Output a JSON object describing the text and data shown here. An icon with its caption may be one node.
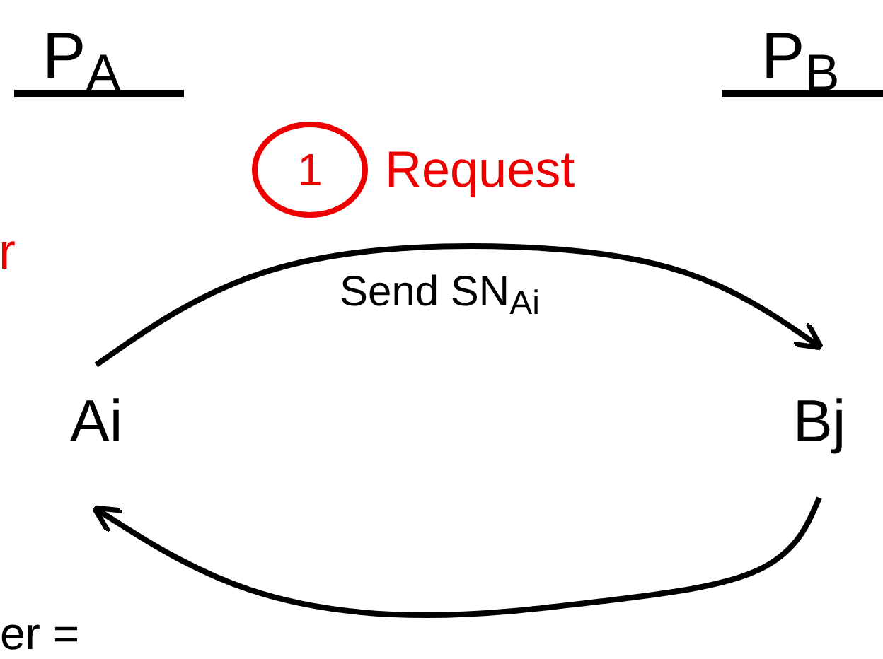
{
  "diagram": {
    "nodes": [
      {
        "text": [
          "1"
        ]
      },
      {
        "text": [
          "Ai"
        ]
      },
      {
        "text": [
          "Bj"
        ]
      }
    ],
    "edges": [
      {
        "from": 1,
        "to": 2,
        "arrow": "to",
        "label": "Send SN$_{Ai}$"
      },
      {
        "from": 2,
        "to": 1,
        "arrow": "to"
      }
    ],
    "labels": [
      "P$_{A}$",
      "P$_{B}$",
      "Request",
      "r",
      "er ="
    ]
  }
}
